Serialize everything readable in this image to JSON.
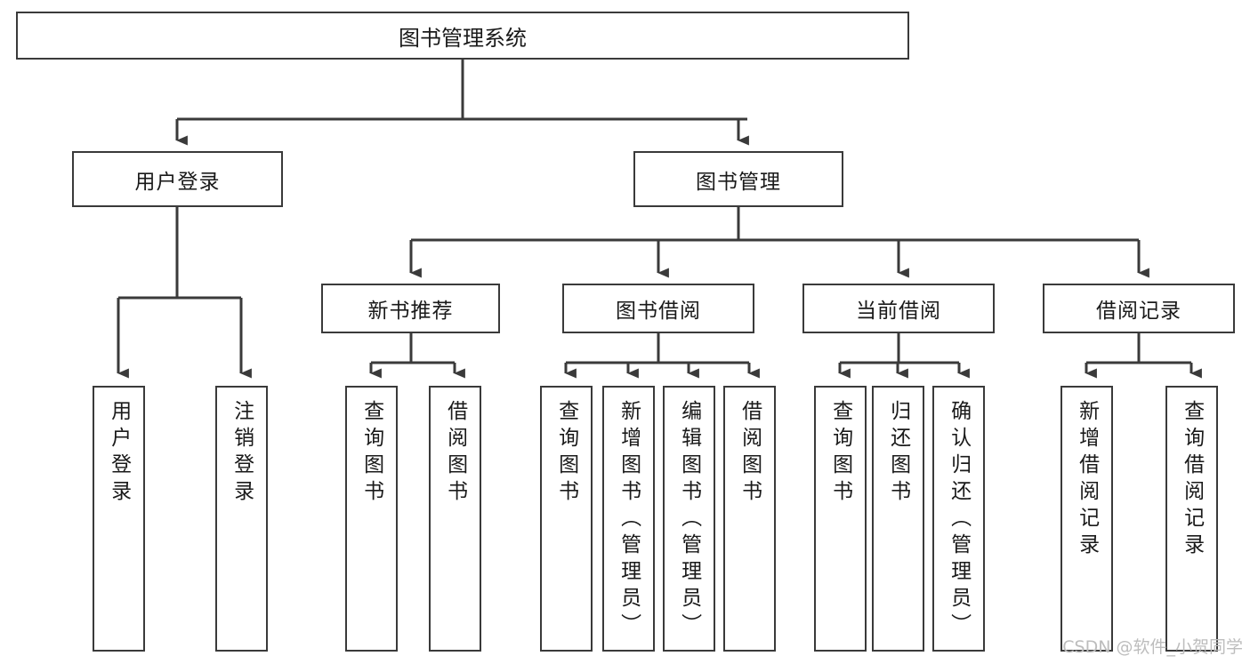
{
  "diagram": {
    "title": "图书管理系统",
    "type": "tree-hierarchy-diagram",
    "stroke_color": "#3a3a3a",
    "background_color": "#ffffff",
    "text_color": "#1a1a1a",
    "nodes": {
      "root": {
        "label": "图书管理系统"
      },
      "level2": [
        {
          "label": "用户登录"
        },
        {
          "label": "图书管理"
        }
      ],
      "level3": [
        {
          "label": "新书推荐"
        },
        {
          "label": "图书借阅"
        },
        {
          "label": "当前借阅"
        },
        {
          "label": "借阅记录"
        }
      ],
      "leaves_user_login": [
        {
          "label": "用户登录"
        },
        {
          "label": "注销登录"
        }
      ],
      "leaves_new_book": [
        {
          "label": "查询图书"
        },
        {
          "label": "借阅图书"
        }
      ],
      "leaves_borrow": [
        {
          "label": "查询图书"
        },
        {
          "label": "新增图书（管理员）"
        },
        {
          "label": "编辑图书（管理员）"
        },
        {
          "label": "借阅图书"
        }
      ],
      "leaves_current": [
        {
          "label": "查询图书"
        },
        {
          "label": "归还图书"
        },
        {
          "label": "确认归还（管理员）"
        }
      ],
      "leaves_records": [
        {
          "label": "新增借阅记录"
        },
        {
          "label": "查询借阅记录"
        }
      ]
    }
  },
  "watermark": {
    "text": "CSDN @软件_小贺同学"
  }
}
